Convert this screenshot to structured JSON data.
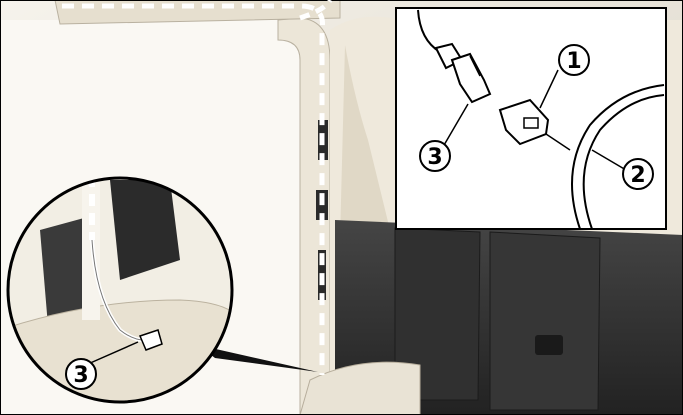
{
  "figure": {
    "callouts": {
      "inset_top": [
        {
          "label": "1"
        },
        {
          "label": "2"
        },
        {
          "label": "3"
        }
      ],
      "inset_circle": [
        {
          "label": "3"
        }
      ]
    },
    "colors": {
      "wall": "#f3f0e8",
      "trim": "#e8e2d4",
      "interior_dark": "#2c2c2c",
      "panel": "#3a3a3a",
      "line": "#000000",
      "cable_route": "#ffffff"
    }
  }
}
